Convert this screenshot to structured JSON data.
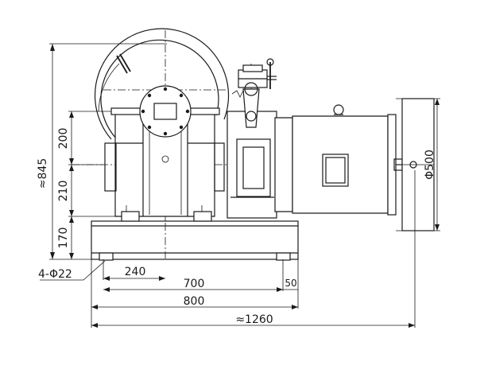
{
  "dimensions": {
    "height_total": "≈845",
    "h_200": "200",
    "h_210": "210",
    "h_170": "170",
    "hole_spec": "4-Φ22",
    "w_240": "240",
    "w_700": "700",
    "w_50": "50",
    "w_800": "800",
    "w_total": "≈1260",
    "flywheel_dia": "Φ500"
  }
}
